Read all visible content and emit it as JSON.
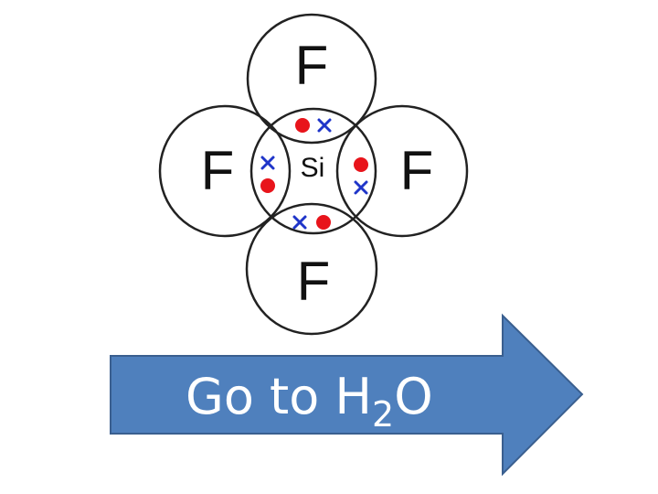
{
  "diagram": {
    "central_atom": "Si",
    "outer_atoms": {
      "top": "F",
      "left": "F",
      "right": "F",
      "bottom": "F"
    },
    "electron_colors": {
      "dot": "#e8141b",
      "cross": "#1f35c9"
    },
    "circle_stroke": "#222222"
  },
  "nav_button": {
    "label_prefix": "Go to H",
    "label_subscript": "2",
    "label_suffix": "O",
    "fill": "#4f80bd",
    "stroke": "#3a5f8f"
  }
}
